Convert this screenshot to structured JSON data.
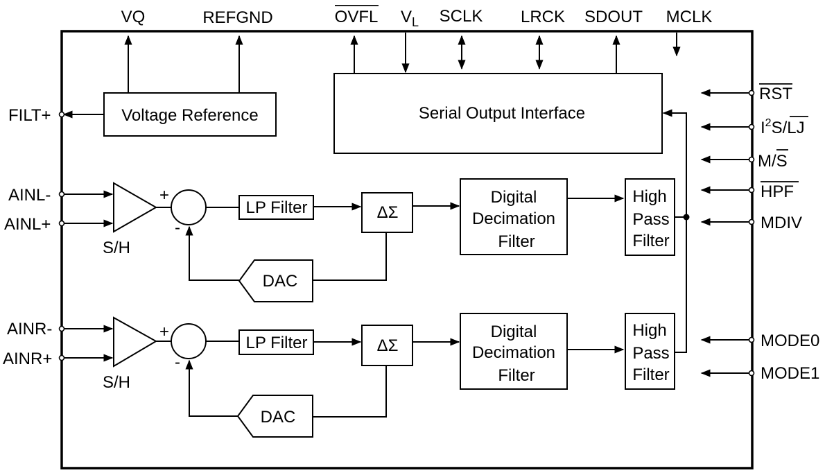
{
  "top_pins": {
    "vq": "VQ",
    "refgnd": "REFGND",
    "ovfl": "OVFL",
    "vl_main": "V",
    "vl_sub": "L",
    "sclk": "SCLK",
    "lrck": "LRCK",
    "sdout": "SDOUT",
    "mclk": "MCLK"
  },
  "left_pins": {
    "filt": "FILT+",
    "ainl_minus": "AINL-",
    "ainl_plus": "AINL+",
    "ainr_minus": "AINR-",
    "ainr_plus": "AINR+"
  },
  "right_pins": {
    "rst": "RST",
    "i2s_i": "I",
    "i2s_sup": "2",
    "i2s_s": "S/",
    "i2s_lj": "LJ",
    "ms_m": "M/",
    "ms_s": "S",
    "hpf": "HPF",
    "mdiv": "MDIV",
    "mode0": "MODE0",
    "mode1": "MODE1"
  },
  "blocks": {
    "voltage_reference": "Voltage Reference",
    "serial_output_interface": "Serial Output Interface",
    "lp_filter": "LP Filter",
    "delta_sigma": "ΔΣ",
    "digital_decimation_filter": [
      "Digital",
      "Decimation",
      "Filter"
    ],
    "high_pass_filter": [
      "High",
      "Pass",
      "Filter"
    ],
    "dac": "DAC",
    "sample_hold": "S/H",
    "sum_plus": "+",
    "sum_minus": "-"
  }
}
